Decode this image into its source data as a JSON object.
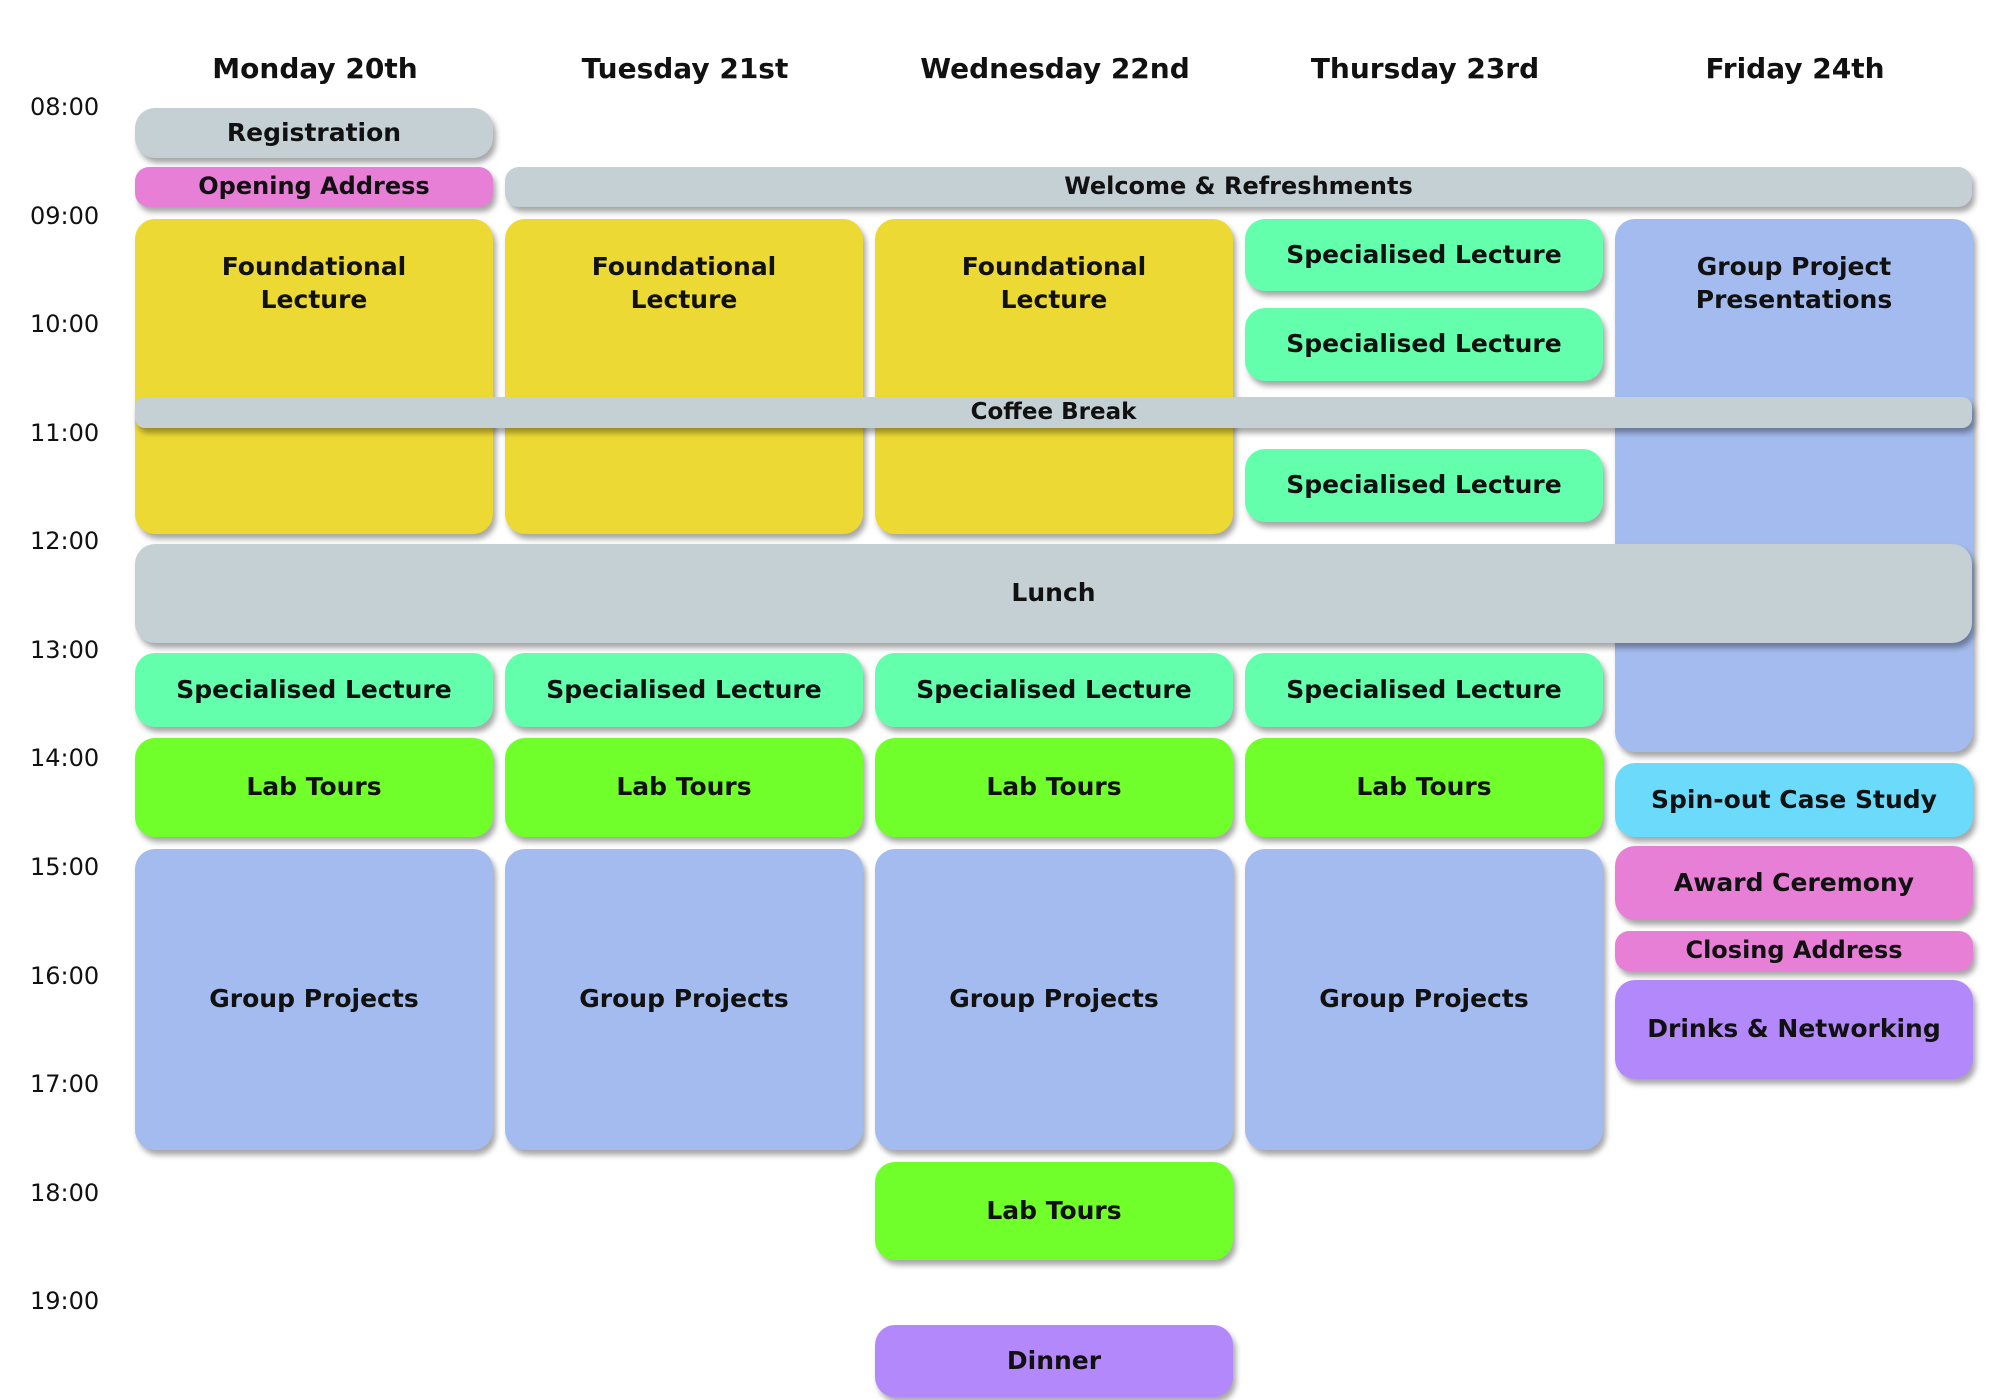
{
  "days": [
    {
      "label": "Monday 20th"
    },
    {
      "label": "Tuesday 21st"
    },
    {
      "label": "Wednesday 22nd"
    },
    {
      "label": "Thursday 23rd"
    },
    {
      "label": "Friday 24th"
    }
  ],
  "times": [
    "08:00",
    "09:00",
    "10:00",
    "11:00",
    "12:00",
    "13:00",
    "14:00",
    "15:00",
    "16:00",
    "17:00",
    "18:00",
    "19:00"
  ],
  "events": {
    "registration": "Registration",
    "opening_address": "Opening Address",
    "welcome_refreshments": "Welcome & Refreshments",
    "foundational_mon": "Foundational\nLecture",
    "foundational_tue": "Foundational\nLecture",
    "foundational_wed": "Foundational\nLecture",
    "specialised_thu_1": "Specialised Lecture",
    "specialised_thu_2": "Specialised Lecture",
    "group_presentations_fri": "Group Project\nPresentations",
    "coffee_break": "Coffee Break",
    "specialised_thu_3": "Specialised Lecture",
    "lunch": "Lunch",
    "specialised_mon_pm": "Specialised Lecture",
    "specialised_tue_pm": "Specialised Lecture",
    "specialised_wed_pm": "Specialised Lecture",
    "specialised_thu_pm": "Specialised Lecture",
    "lab_tours_mon": "Lab Tours",
    "lab_tours_tue": "Lab Tours",
    "lab_tours_wed": "Lab Tours",
    "lab_tours_thu": "Lab Tours",
    "spinout_fri": "Spin-out Case Study",
    "award_ceremony_fri": "Award Ceremony",
    "closing_address_fri": "Closing Address",
    "drinks_networking_fri": "Drinks & Networking",
    "group_projects_mon": "Group Projects",
    "group_projects_tue": "Group Projects",
    "group_projects_wed": "Group Projects",
    "group_projects_thu": "Group Projects",
    "lab_tours_wed_eve": "Lab Tours",
    "dinner_wed": "Dinner"
  },
  "colors": {
    "grey": "#c4d0d4",
    "pink": "#e87fd6",
    "yellow": "#ecd934",
    "mint": "#63ffad",
    "blue": "#a3bbee",
    "green": "#71ff2b",
    "cyan": "#6bdafb",
    "purple": "#b288fa"
  }
}
